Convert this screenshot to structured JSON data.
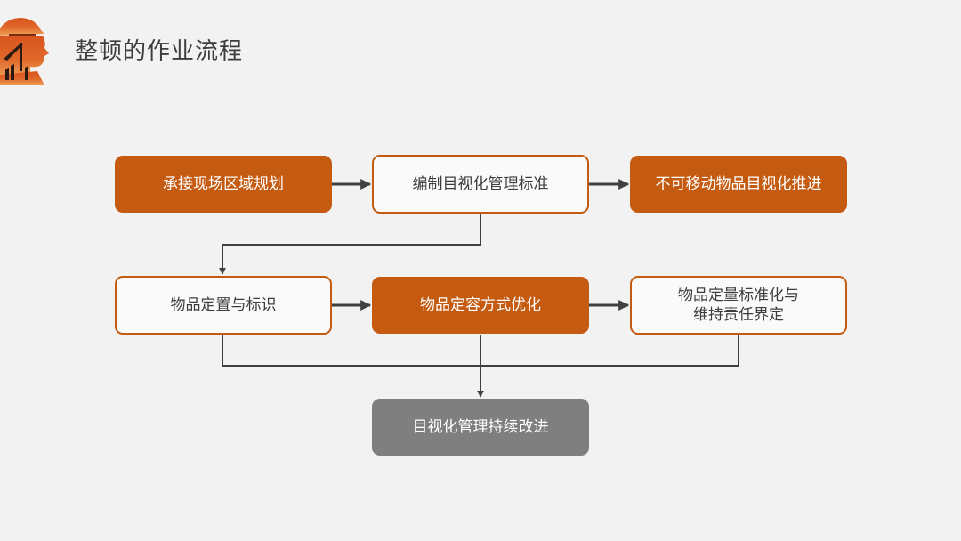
{
  "page": {
    "title": "整顿的作业流程"
  },
  "colors": {
    "accent": "#c55a11",
    "gray_box": "#7f7f7f",
    "background": "#f2f2f2",
    "connector": "#404040",
    "text_dark": "#3d3d3d"
  },
  "icons": {
    "logo": "worker-silhouette-icon"
  },
  "flow": {
    "steps": [
      {
        "label": "承接现场区域规划",
        "style": "filled"
      },
      {
        "label": "编制目视化管理标准",
        "style": "outlined"
      },
      {
        "label": "不可移动物品目视化推进",
        "style": "filled"
      },
      {
        "label": "物品定置与标识",
        "style": "outlined"
      },
      {
        "label": "物品定容方式优化",
        "style": "filled"
      },
      {
        "label": "物品定量标准化与\n维持责任界定",
        "style": "outlined"
      },
      {
        "label": "目视化管理持续改进",
        "style": "gray"
      }
    ]
  }
}
